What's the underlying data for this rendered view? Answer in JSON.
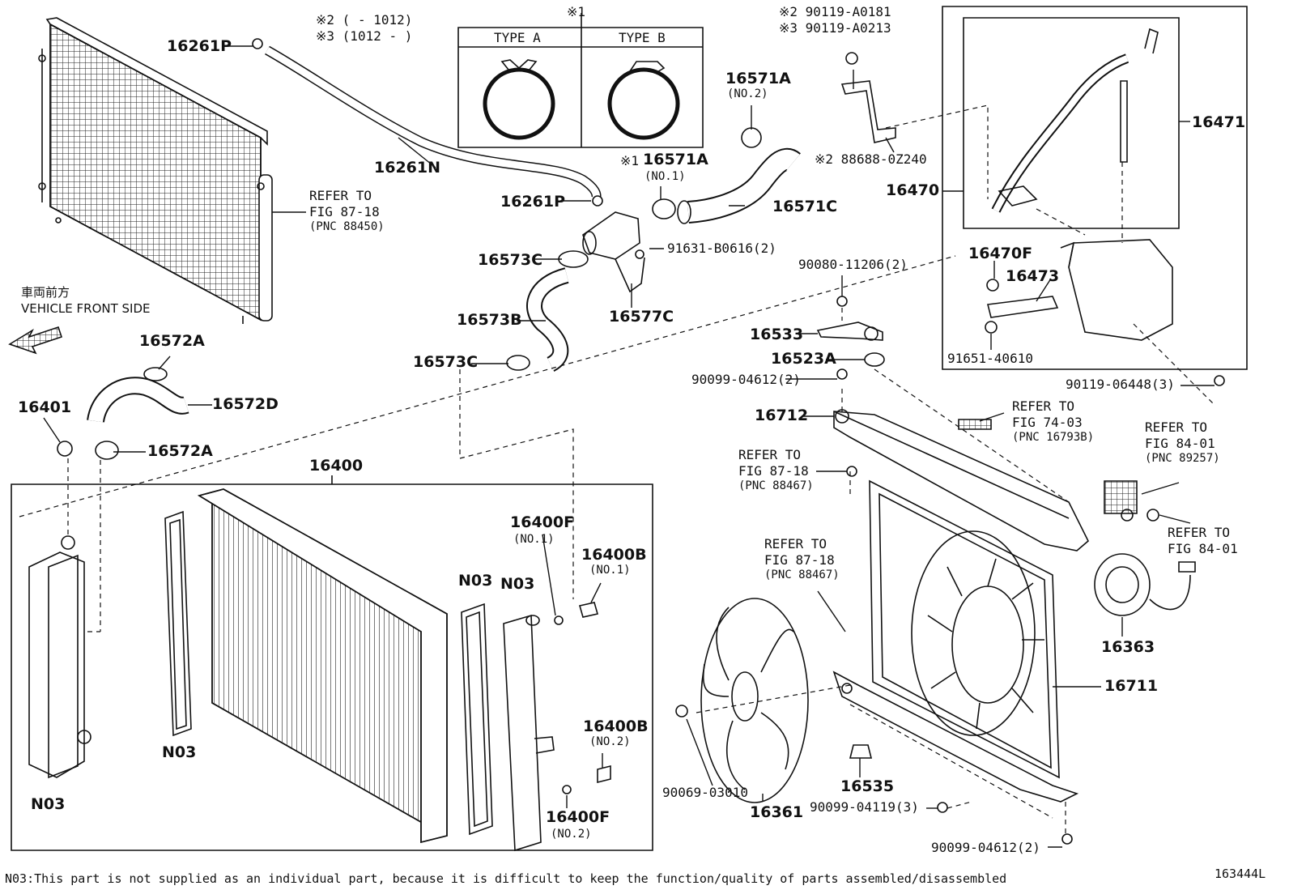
{
  "legend_box": {
    "marker": "※1",
    "type_a": "TYPE A",
    "type_b": "TYPE B"
  },
  "serial_notes": {
    "note2": "※2 (        - 1012)",
    "note3": "※3 (1012 -        )"
  },
  "bolt_notes": {
    "note2": "※2 90119-A0181",
    "note3": "※3 90119-A0213"
  },
  "front_side": {
    "jp": "車両前方",
    "en": "VEHICLE FRONT SIDE"
  },
  "parts": {
    "p16261P_top": "16261P",
    "p16261N": "16261N",
    "p16261P_mid": "16261P",
    "p16571A_no2": "16571A",
    "p16571A_no2_sub": "(NO.2)",
    "p16571A_no1_marker": "※1",
    "p16571A_no1": "16571A",
    "p16571A_no1_sub": "(NO.1)",
    "p16571C": "16571C",
    "p91631": "91631-B0616(2)",
    "p16573C_top": "16573C",
    "p16573B": "16573B",
    "p16577C": "16577C",
    "p16573C_bot": "16573C",
    "p16572A_top": "16572A",
    "p16572D": "16572D",
    "p16401": "16401",
    "p16572A_bot": "16572A",
    "p16400": "16400",
    "p16400F_no1": "16400F",
    "p16400F_no1_sub": "(NO.1)",
    "p16400B_no1": "16400B",
    "p16400B_no1_sub": "(NO.1)",
    "p16400B_no2": "16400B",
    "p16400B_no2_sub": "(NO.2)",
    "p16400F_no2": "16400F",
    "p16400F_no2_sub": "(NO.2)",
    "n03_a": "N03",
    "n03_b": "N03",
    "n03_c": "N03",
    "n03_d": "N03",
    "p88688": "※2 88688-0Z240",
    "p16470": "16470",
    "p16471": "16471",
    "p16470F": "16470F",
    "p16473": "16473",
    "p91651": "91651-40610",
    "p90119_06448": "90119-06448(3)",
    "p90080": "90080-11206(2)",
    "p16533": "16533",
    "p16523A": "16523A",
    "p90099_04612_top": "90099-04612(2)",
    "p16712": "16712",
    "p16711": "16711",
    "p16363": "16363",
    "p16535": "16535",
    "p16361": "16361",
    "p90069": "90069-03010",
    "p90099_04119": "90099-04119(3)",
    "p90099_04612_bot": "90099-04612(2)"
  },
  "refs": {
    "r1": {
      "line1": "REFER TO",
      "line2": "FIG 87-18",
      "pnc": "(PNC 88450)"
    },
    "r2": {
      "line1": "REFER TO",
      "line2": "FIG 74-03",
      "pnc": "(PNC 16793B)"
    },
    "r3": {
      "line1": "REFER TO",
      "line2": "FIG 84-01",
      "pnc": "(PNC 89257)"
    },
    "r4": {
      "line1": "REFER TO",
      "line2": "FIG 87-18",
      "pnc": "(PNC 88467)"
    },
    "r5": {
      "line1": "REFER TO",
      "line2": "FIG 84-01"
    },
    "r6": {
      "line1": "REFER TO",
      "line2": "FIG 87-18",
      "pnc": "(PNC 88467)"
    }
  },
  "footnote": "N03:This part is not supplied as an individual part, because it is difficult to keep the function/quality of parts assembled/disassembled",
  "figure_id": "163444L"
}
